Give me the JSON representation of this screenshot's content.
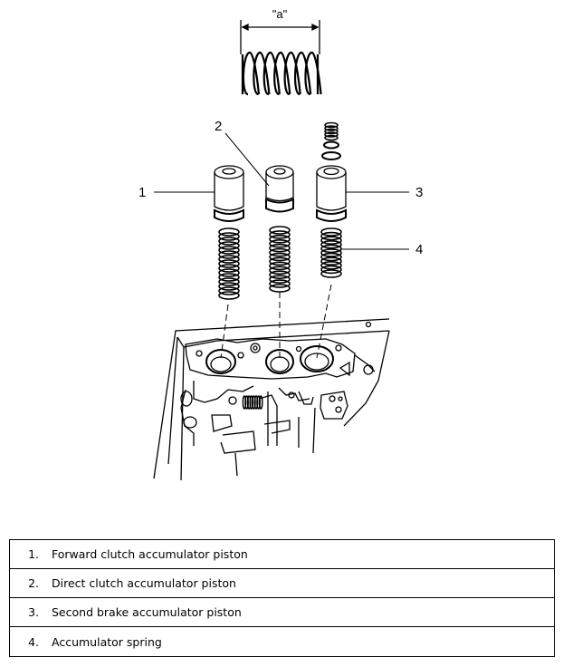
{
  "diagram": {
    "dimension_label": "\"a\"",
    "callouts": [
      "1",
      "2",
      "3",
      "4"
    ]
  },
  "legend": {
    "items": [
      {
        "num": "1.",
        "text": "Forward clutch accumulator piston"
      },
      {
        "num": "2.",
        "text": "Direct clutch accumulator piston"
      },
      {
        "num": "3.",
        "text": "Second brake accumulator piston"
      },
      {
        "num": "4.",
        "text": "Accumulator spring"
      }
    ]
  }
}
